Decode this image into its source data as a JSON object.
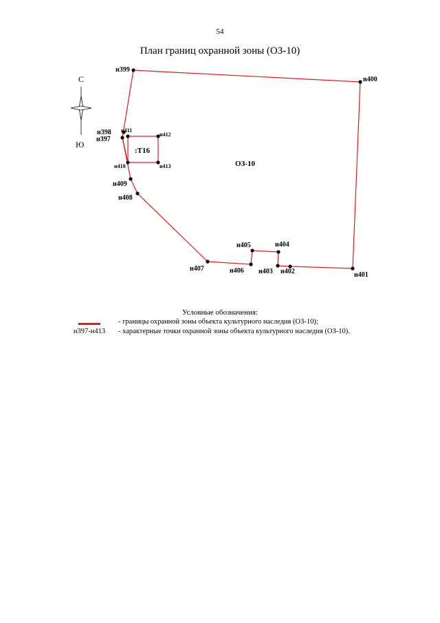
{
  "page_number": "54",
  "title": "План границ охранной зоны (ОЗ-10)",
  "compass": {
    "north": "С",
    "south": "Ю"
  },
  "zone_label": "ОЗ-10",
  "parcel_label": ":Т16",
  "colors": {
    "boundary": "#e41a1a",
    "point": "#000000"
  },
  "legend": {
    "title": "Условные обозначения:",
    "items": [
      {
        "symbol": "",
        "text": "- границы охранной зоны объекта культурного наследия (ОЗ-10);"
      },
      {
        "symbol": "н397-н413",
        "text": "- характерные точки охранной зоны объекта культурного наследия (ОЗ-10)."
      }
    ]
  },
  "points": [
    "н397",
    "н398",
    "н399",
    "н400",
    "н401",
    "н402",
    "н403",
    "н404",
    "н405",
    "н406",
    "н407",
    "н408",
    "н409",
    "н410",
    "н411",
    "н412",
    "н413"
  ]
}
